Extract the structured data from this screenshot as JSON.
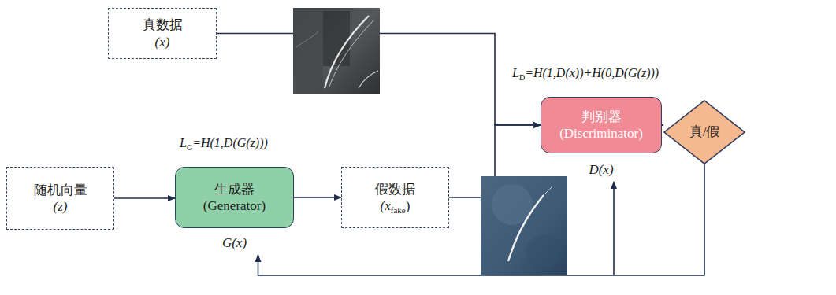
{
  "diagram": {
    "nodes": [
      {
        "text": [
          "真数据",
          "(x)"
        ]
      },
      {
        "text": [
          "随机向量",
          "(z)"
        ]
      },
      {
        "text": [
          "生成器",
          "(Generator)",
          "G(x)"
        ]
      },
      {
        "text": [
          "假数据",
          "(x",
          "fake",
          ")"
        ]
      },
      {
        "text": [
          "判别器",
          "(Discriminator)",
          "D(x)"
        ]
      },
      {
        "text": [
          "真/假"
        ]
      }
    ],
    "edges": [
      {
        "from": 0,
        "to": 4,
        "arrow": "to"
      },
      {
        "from": 1,
        "to": 2,
        "arrow": "to"
      },
      {
        "from": 2,
        "to": 3,
        "arrow": "to"
      },
      {
        "from": 3,
        "to": 4,
        "arrow": "to"
      },
      {
        "from": 4,
        "to": 5,
        "arrow": "to"
      },
      {
        "from": 5,
        "to": 2,
        "arrow": "to"
      },
      {
        "from": 5,
        "to": 4,
        "arrow": "to"
      }
    ],
    "labels": [
      "L",
      "D",
      "=H(1,D(x))+H(0,D(G(z)))",
      "L",
      "G",
      "=H(1,D(G(z)))"
    ]
  }
}
